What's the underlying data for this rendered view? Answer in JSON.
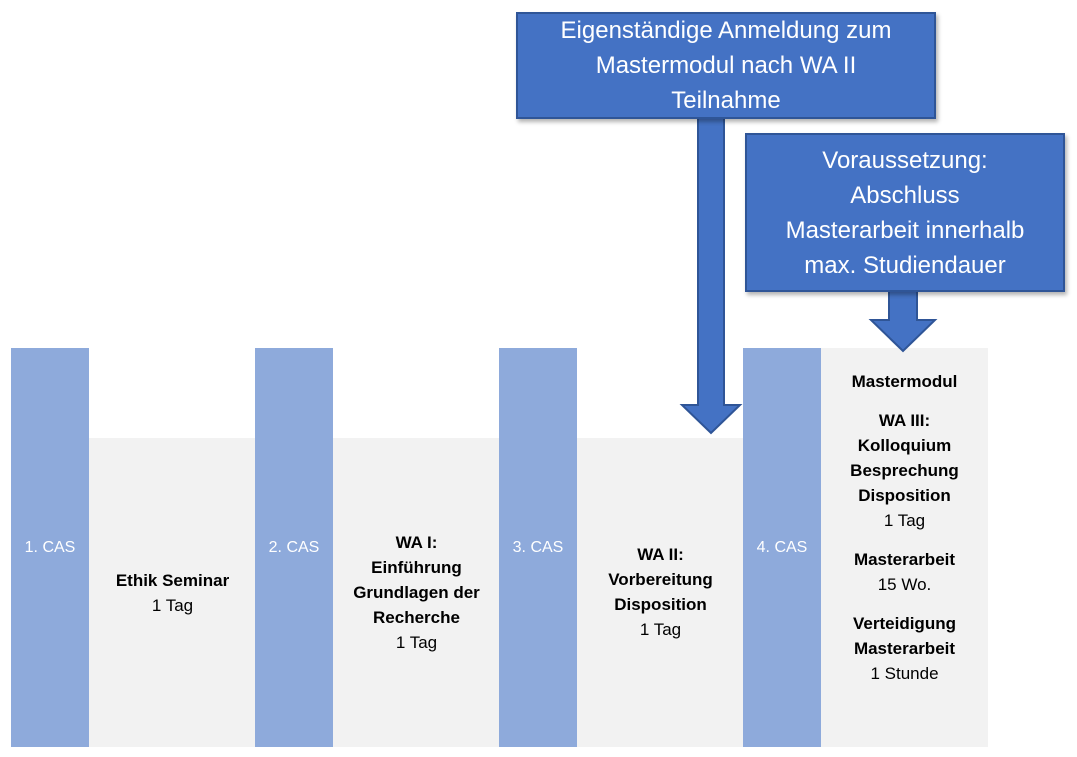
{
  "cas": [
    "1. CAS",
    "2. CAS",
    "3. CAS",
    "4. CAS"
  ],
  "modules": {
    "ethik": {
      "title": "Ethik Seminar",
      "duration": "1 Tag"
    },
    "wa1": {
      "title_lines": [
        "WA I:",
        "Einführung",
        "Grundlagen der",
        "Recherche"
      ],
      "duration": "1 Tag"
    },
    "wa2": {
      "title_lines": [
        "WA II:",
        "Vorbereitung",
        "Disposition"
      ],
      "duration": "1 Tag"
    },
    "master": {
      "heading": "Mastermodul",
      "wa3_lines": [
        "WA III:",
        "Kolloquium",
        "Besprechung",
        "Disposition"
      ],
      "wa3_duration": "1 Tag",
      "arbeit_title": "Masterarbeit",
      "arbeit_duration": "15 Wo.",
      "defense_lines": [
        "Verteidigung",
        "Masterarbeit"
      ],
      "defense_duration": "1 Stunde"
    }
  },
  "callouts": {
    "anmeldung": [
      "Eigenständige Anmeldung zum",
      "Mastermodul nach WA II",
      "Teilnahme"
    ],
    "voraussetzung": [
      "Voraussetzung:",
      "Abschluss",
      "Masterarbeit innerhalb",
      "max. Studiendauer"
    ]
  },
  "colors": {
    "cas": "#8eaadb",
    "callout": "#4472c4",
    "panel": "#f2f2f2"
  }
}
